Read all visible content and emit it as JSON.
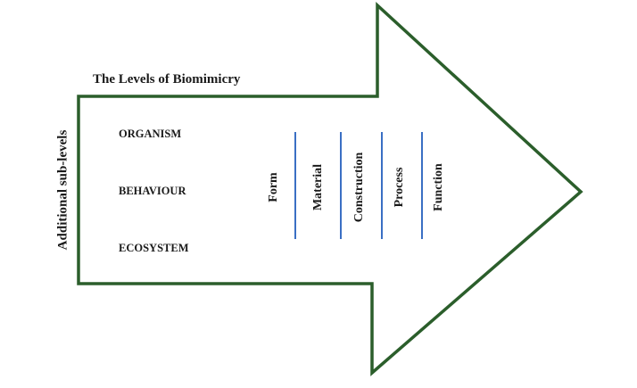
{
  "diagram": {
    "title": "The Levels of Biomimicry",
    "side_label": "Additional sub-levels",
    "levels": [
      "ORGANISM",
      "BEHAVIOUR",
      "ECOSYSTEM"
    ],
    "aspects": [
      "Form",
      "Material",
      "Construction",
      "Process",
      "Function"
    ],
    "colors": {
      "arrow_outline": "#2b5e2b",
      "divider": "#3a6fc4",
      "text": "#1a1a1a"
    }
  }
}
